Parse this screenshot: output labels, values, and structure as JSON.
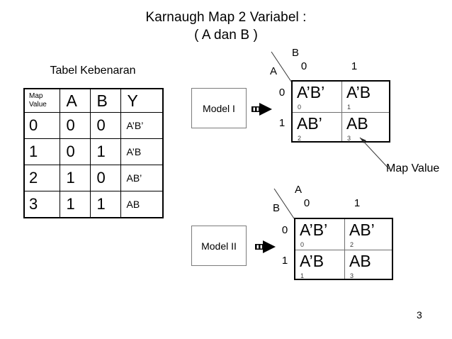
{
  "slide": {
    "title_line1": "Karnaugh Map 2 Variabel :",
    "title_line2": "( A dan B )",
    "page_number": "3",
    "colors": {
      "ink": "#000000",
      "background": "#ffffff",
      "grid_inner": "#6f6f6f",
      "box_border": "#7b7b7b",
      "index_text": "#3a3a3a"
    }
  },
  "truth_table": {
    "heading": "Tabel Kebenaran",
    "columns": [
      "Map Value",
      "A",
      "B",
      "Y"
    ],
    "header_mv_line1": "Map",
    "header_mv_line2": "Value",
    "rows": [
      {
        "map_value": "0",
        "a": "0",
        "b": "0",
        "y": "A’B’"
      },
      {
        "map_value": "1",
        "a": "0",
        "b": "1",
        "y": "A’B"
      },
      {
        "map_value": "2",
        "a": "1",
        "b": "0",
        "y": "AB’"
      },
      {
        "map_value": "3",
        "a": "1",
        "b": "1",
        "y": "AB"
      }
    ]
  },
  "models": [
    {
      "label": "Model I",
      "top_variable": "B",
      "left_variable": "A",
      "col_labels": [
        "0",
        "1"
      ],
      "row_labels": [
        "0",
        "1"
      ],
      "cells": [
        {
          "term": "A’B’",
          "index": "0"
        },
        {
          "term": "A’B",
          "index": "1"
        },
        {
          "term": "AB’",
          "index": "2"
        },
        {
          "term": "AB",
          "index": "3"
        }
      ]
    },
    {
      "label": "Model II",
      "top_variable": "A",
      "left_variable": "B",
      "col_labels": [
        "0",
        "1"
      ],
      "row_labels": [
        "0",
        "1"
      ],
      "cells": [
        {
          "term": "A’B’",
          "index": "0"
        },
        {
          "term": "AB’",
          "index": "2"
        },
        {
          "term": "A’B",
          "index": "1"
        },
        {
          "term": "AB",
          "index": "3"
        }
      ]
    }
  ],
  "annotations": {
    "map_value_callout": "Map Value"
  }
}
